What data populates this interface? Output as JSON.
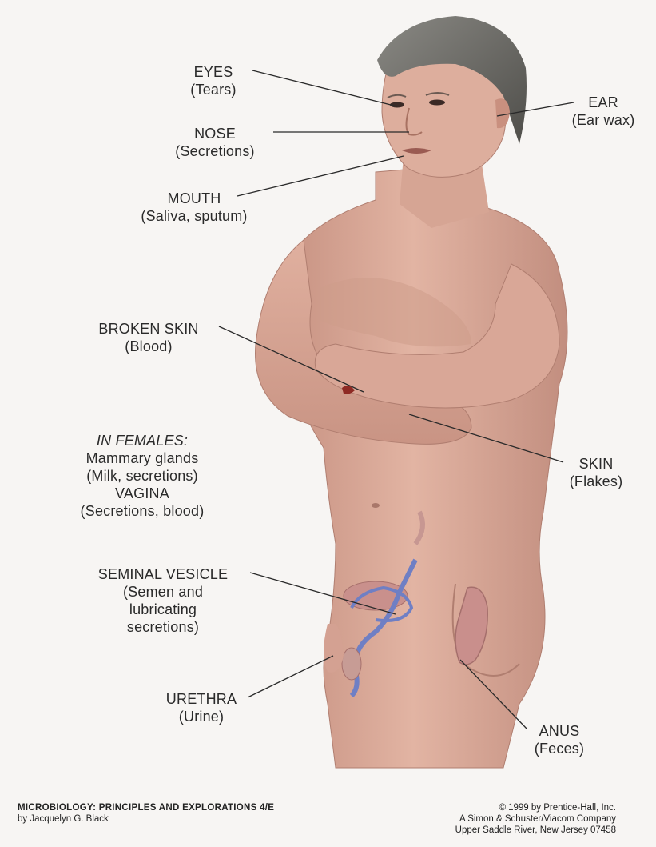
{
  "labels": {
    "eyes": {
      "title": "EYES",
      "sub": "(Tears)"
    },
    "nose": {
      "title": "NOSE",
      "sub": "(Secretions)"
    },
    "mouth": {
      "title": "MOUTH",
      "sub": "(Saliva, sputum)"
    },
    "ear": {
      "title": "EAR",
      "sub": "(Ear wax)"
    },
    "broken_skin": {
      "title": "BROKEN SKIN",
      "sub": "(Blood)"
    },
    "females": {
      "heading": "IN FEMALES:",
      "line1": "Mammary glands",
      "line2": "(Milk, secretions)",
      "line3": "VAGINA",
      "line4": "(Secretions, blood)"
    },
    "skin": {
      "title": "SKIN",
      "sub": "(Flakes)"
    },
    "seminal": {
      "title": "SEMINAL VESICLE",
      "line1": "(Semen and",
      "line2": "lubricating",
      "line3": "secretions)"
    },
    "urethra": {
      "title": "URETHRA",
      "sub": "(Urine)"
    },
    "anus": {
      "title": "ANUS",
      "sub": "(Feces)"
    }
  },
  "footer": {
    "book_title": "MICROBIOLOGY: PRINCIPLES AND EXPLORATIONS 4/E",
    "author": "by Jacquelyn G. Black",
    "copyright": "© 1999 by Prentice-Hall, Inc.",
    "company": "A Simon & Schuster/Viacom Company",
    "address": "Upper Saddle River, New Jersey 07458"
  },
  "colors": {
    "skin": "#d9a998",
    "skin_shadow": "#b98677",
    "hair": "#6f6e6a",
    "organ_blue": "#6f7fc4",
    "organ_pink": "#c98f8c",
    "leader_line": "#2a2a2a"
  }
}
